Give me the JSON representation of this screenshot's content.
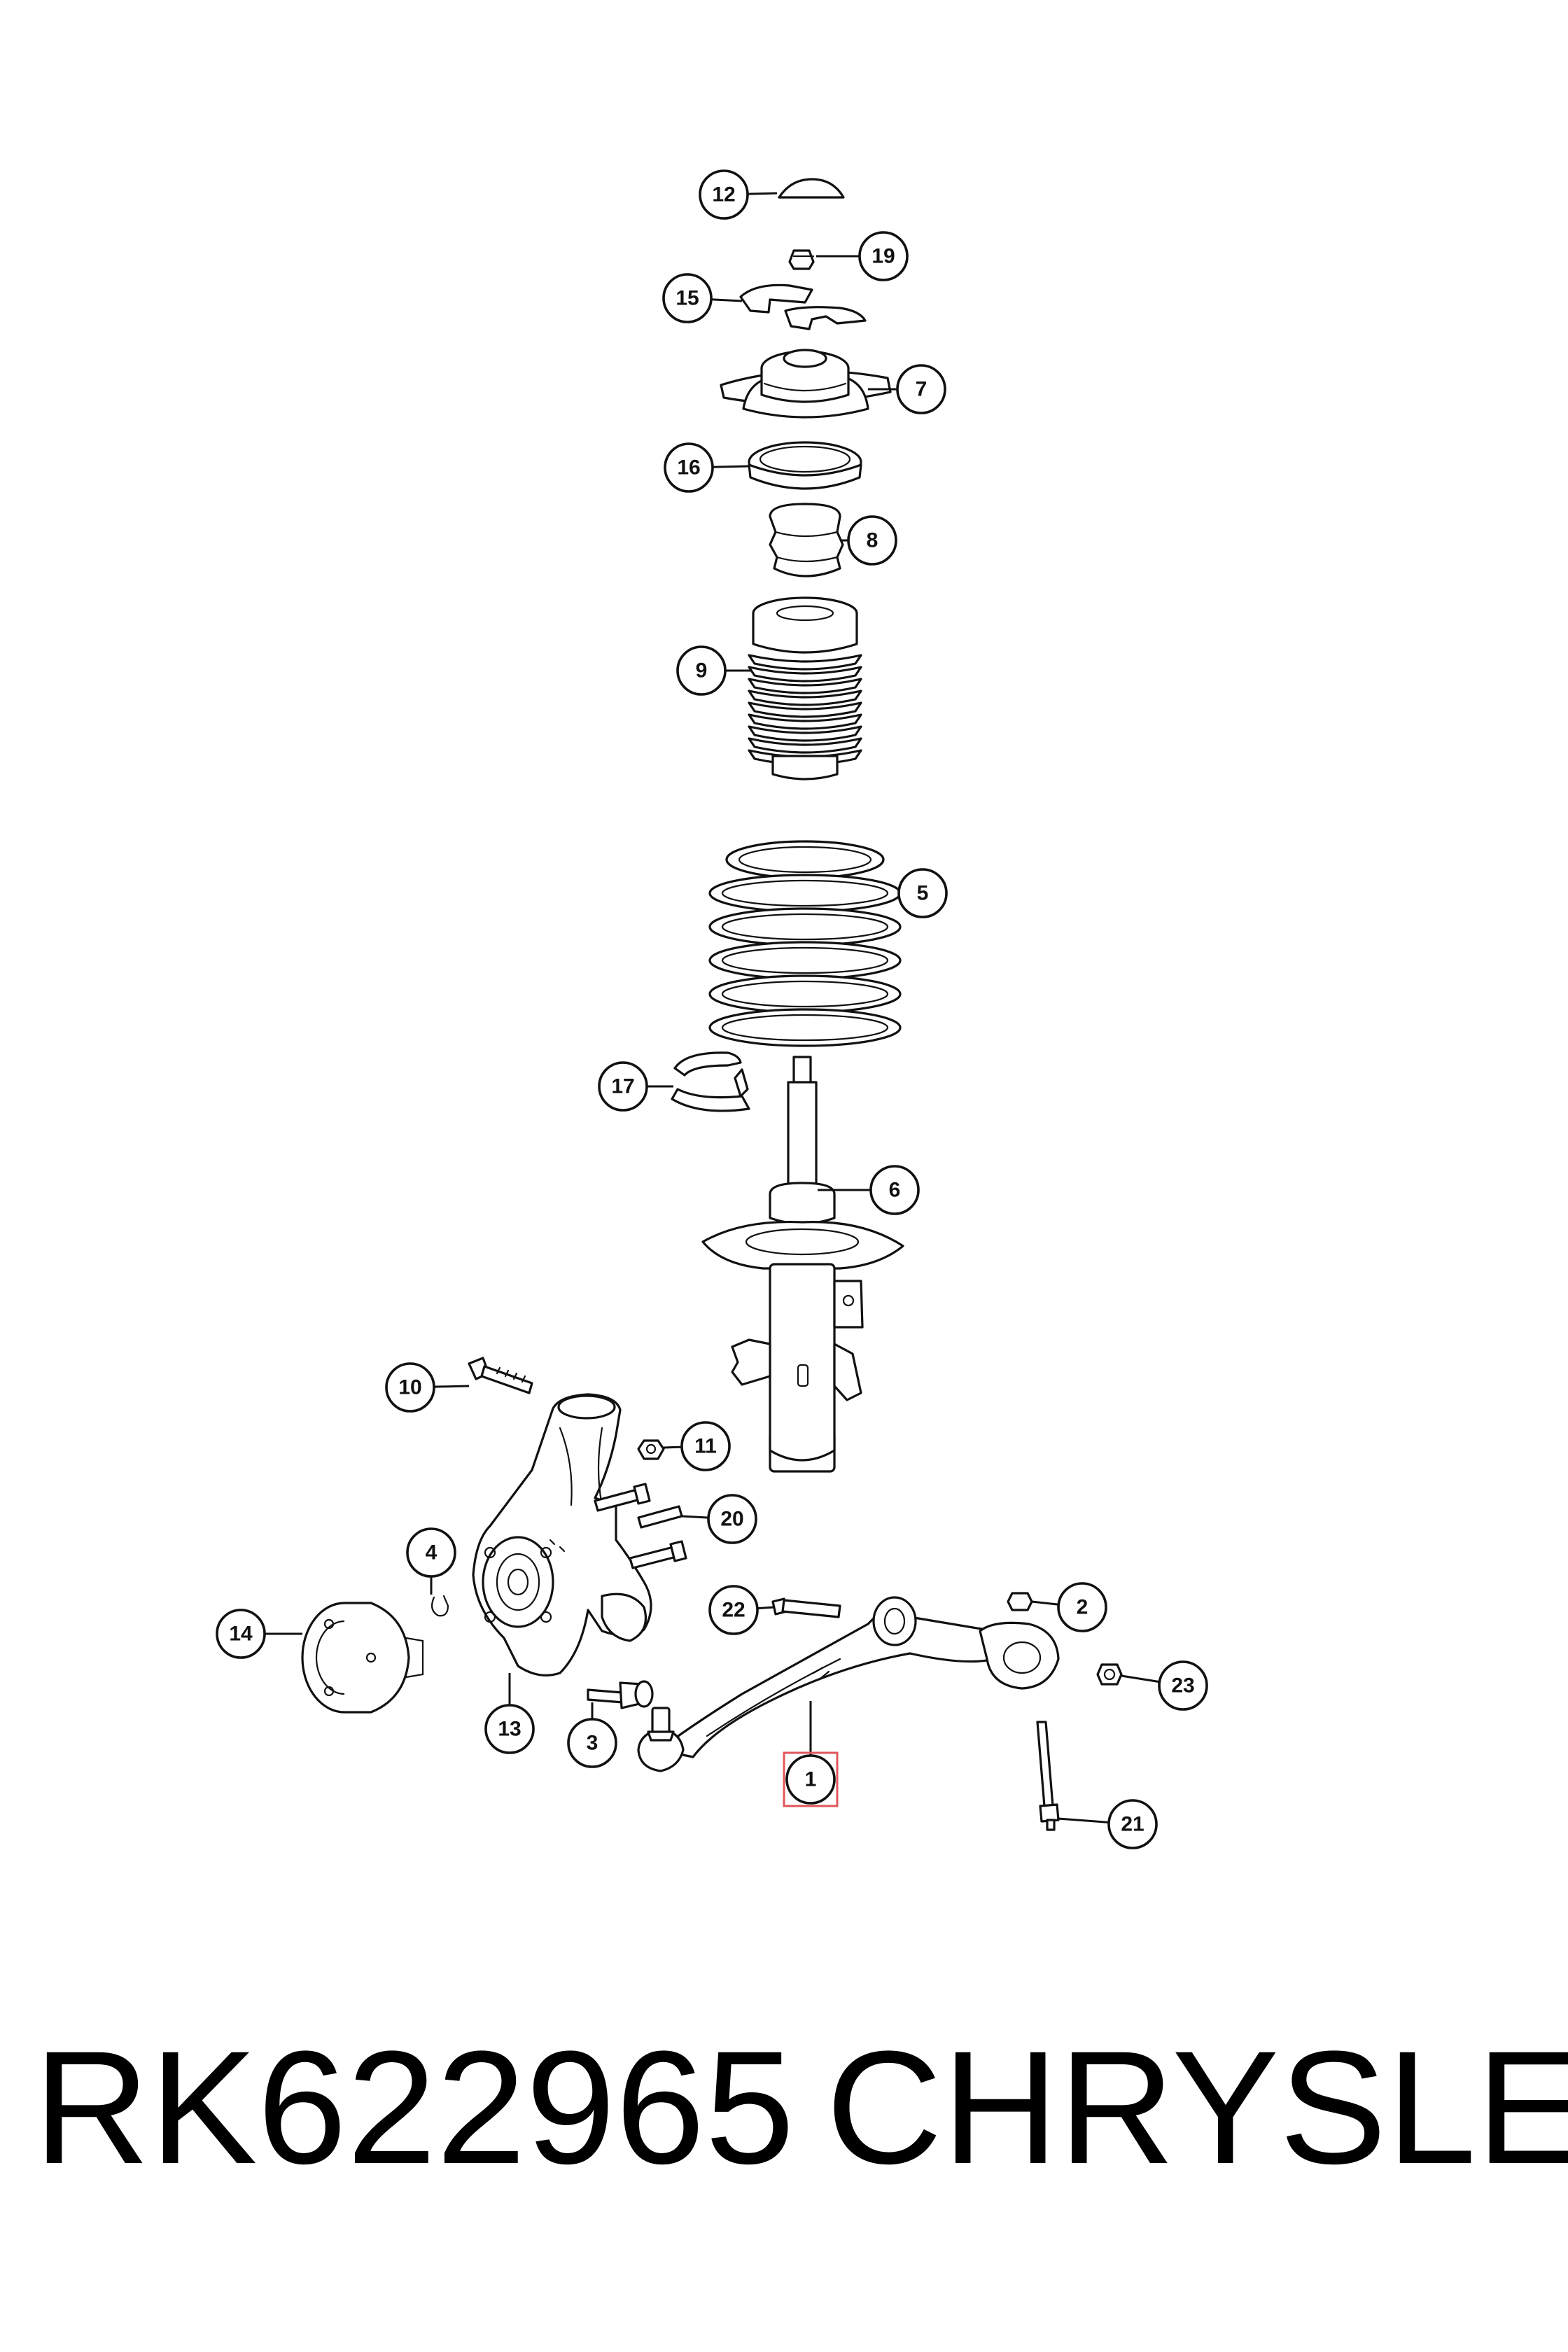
{
  "callouts": {
    "c1": "1",
    "c2": "2",
    "c3": "3",
    "c4": "4",
    "c5": "5",
    "c6": "6",
    "c7": "7",
    "c8": "8",
    "c9": "9",
    "c10": "10",
    "c11": "11",
    "c12": "12",
    "c13": "13",
    "c14": "14",
    "c15": "15",
    "c16": "16",
    "c17": "17",
    "c19": "19",
    "c20": "20",
    "c21": "21",
    "c22": "22",
    "c23": "23"
  },
  "highlighted_callout": "1",
  "highlight_color": "#e0565b",
  "caption": {
    "part_number": "RK622965",
    "brand": "CHRYSLER"
  }
}
